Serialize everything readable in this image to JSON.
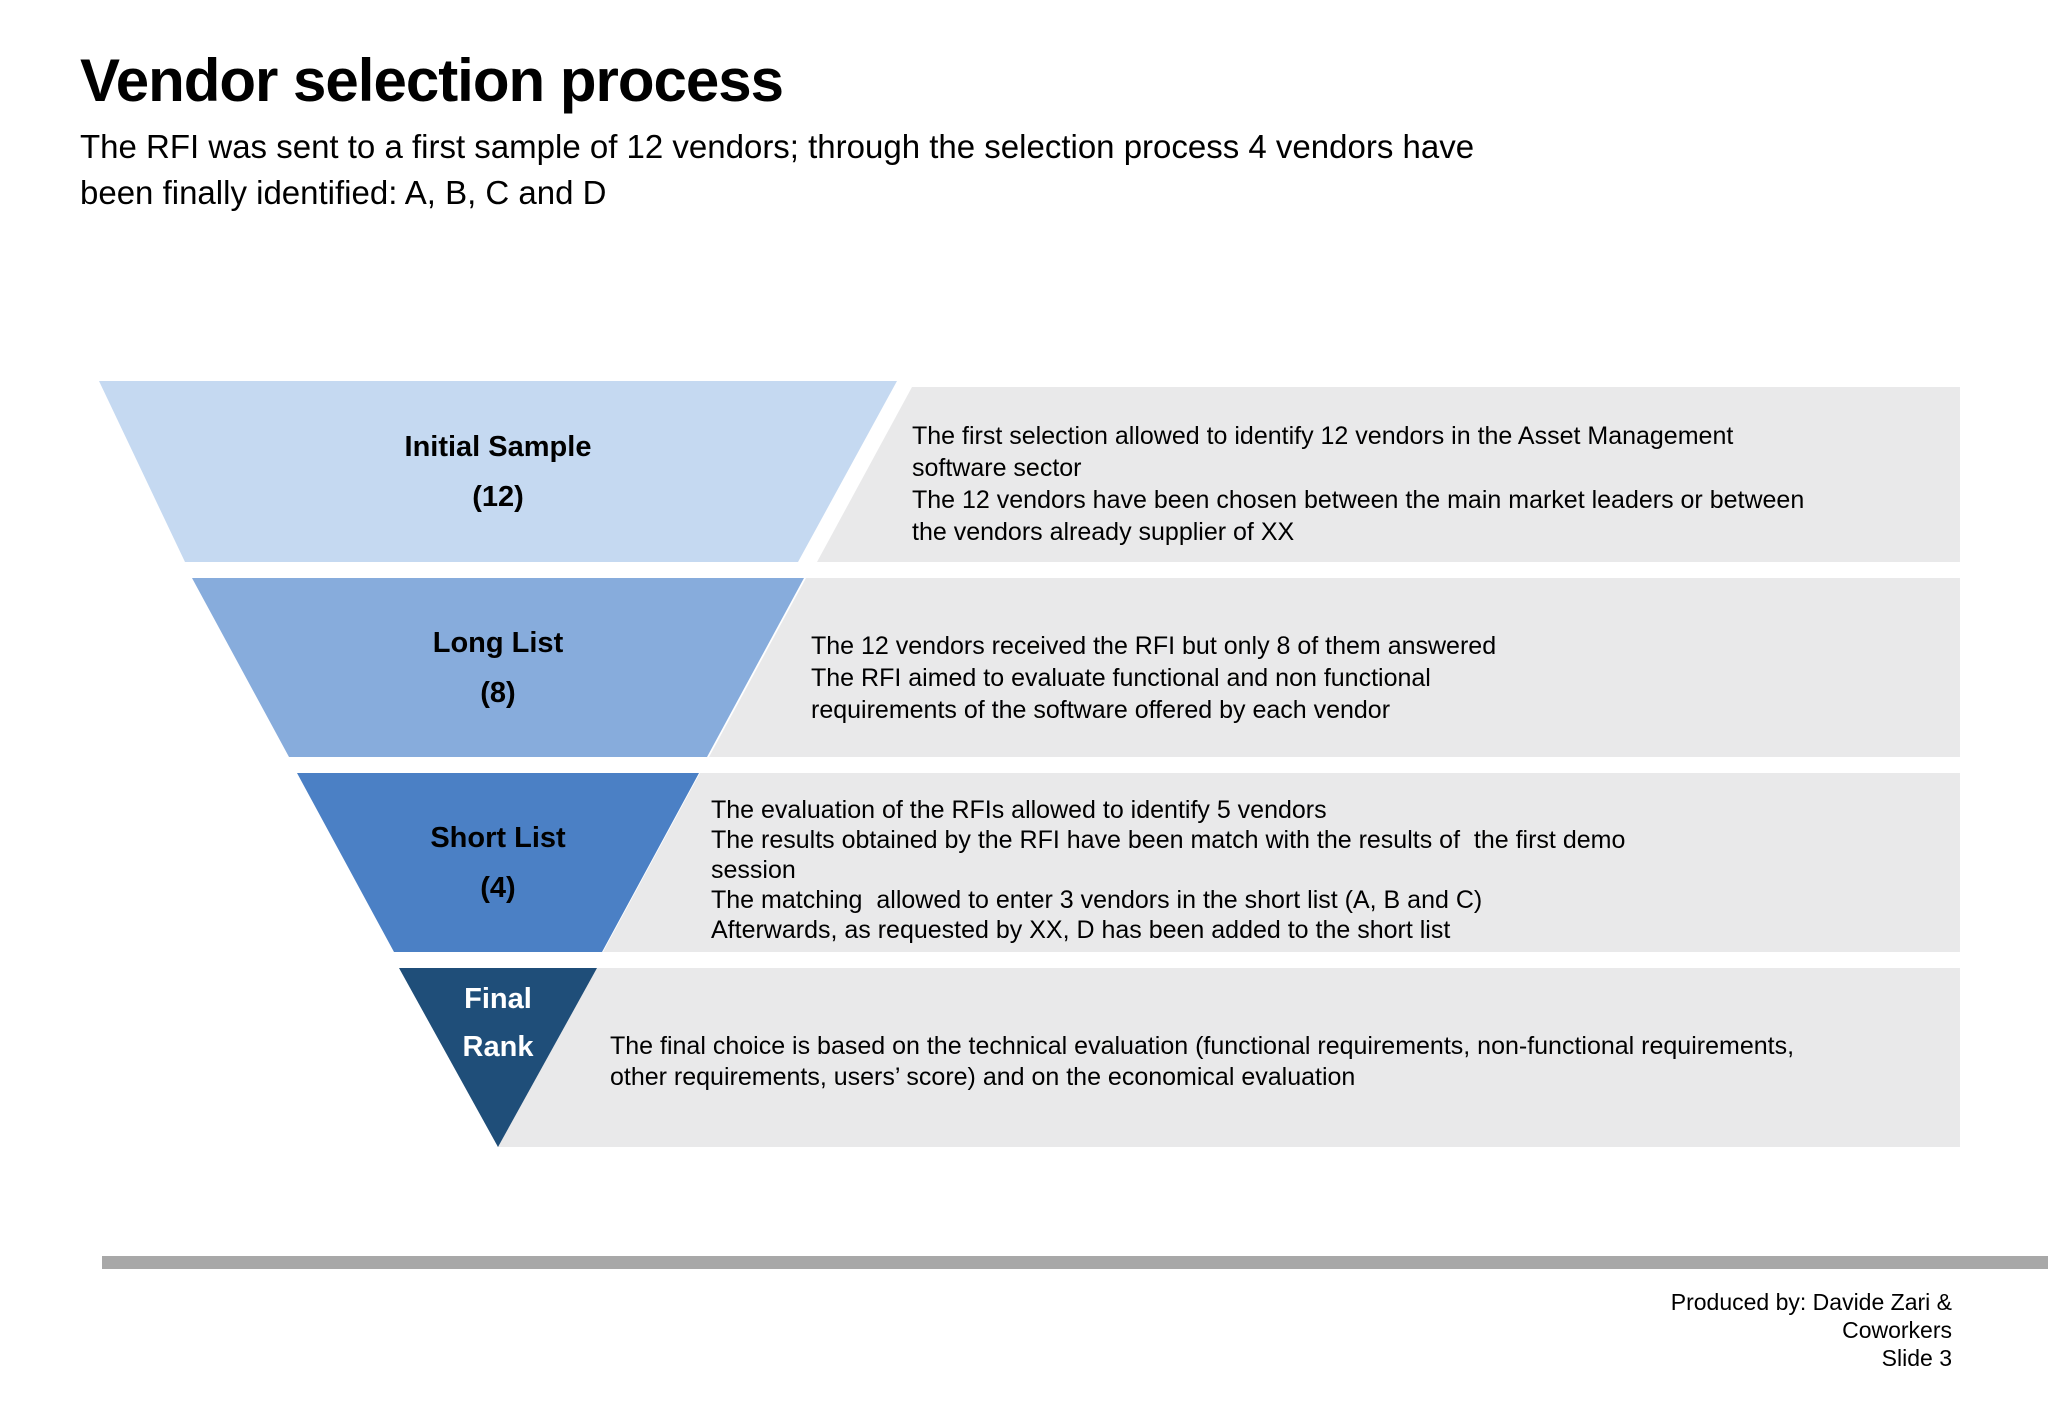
{
  "slide": {
    "title": "Vendor selection process",
    "subtitle_lines": [
      "The RFI was sent to a first sample of 12 vendors; through the selection process 4 vendors have",
      "been finally identified: A, B, C and D"
    ]
  },
  "colors": {
    "block_bg": "#e9e9ea",
    "footer_bar": "#a8a8a8",
    "stage1": "#c5d9f1",
    "stage2": "#87acdc",
    "stage3": "#4b80c5",
    "stage4": "#1f4e79"
  },
  "funnel": {
    "stages": [
      {
        "label": "Initial Sample",
        "count": "(12)",
        "color": "#c5d9f1"
      },
      {
        "label": "Long List",
        "count": "(8)",
        "color": "#87acdc"
      },
      {
        "label": "Short List",
        "count": "(4)",
        "color": "#4b80c5"
      },
      {
        "label_line1": "Final",
        "label_line2": "Rank",
        "color": "#1f4e79"
      }
    ]
  },
  "blocks": [
    {
      "lines": [
        "The first selection allowed to identify 12 vendors in the Asset Management",
        "software sector",
        "The 12 vendors have been chosen between the main market leaders or between",
        "the vendors already supplier of XX"
      ]
    },
    {
      "lines": [
        "The 12 vendors received the RFI but only 8 of them answered",
        "The RFI aimed to evaluate functional and non functional",
        "requirements of the software offered by each vendor"
      ]
    },
    {
      "lines": [
        "The evaluation of the RFIs allowed to identify 5 vendors",
        "The results obtained by the RFI have been match with the results of  the first demo",
        "session",
        "The matching  allowed to enter 3 vendors in the short list (A, B and C)",
        "Afterwards, as requested by XX, D has been added to the short list"
      ]
    },
    {
      "lines": [
        "The final choice is based on the technical evaluation (functional requirements, non-functional requirements,",
        "other requirements, users’ score) and on the economical evaluation"
      ]
    }
  ],
  "footer": {
    "lines": [
      "Produced by: Davide Zari &",
      "Coworkers",
      "Slide 3"
    ]
  }
}
